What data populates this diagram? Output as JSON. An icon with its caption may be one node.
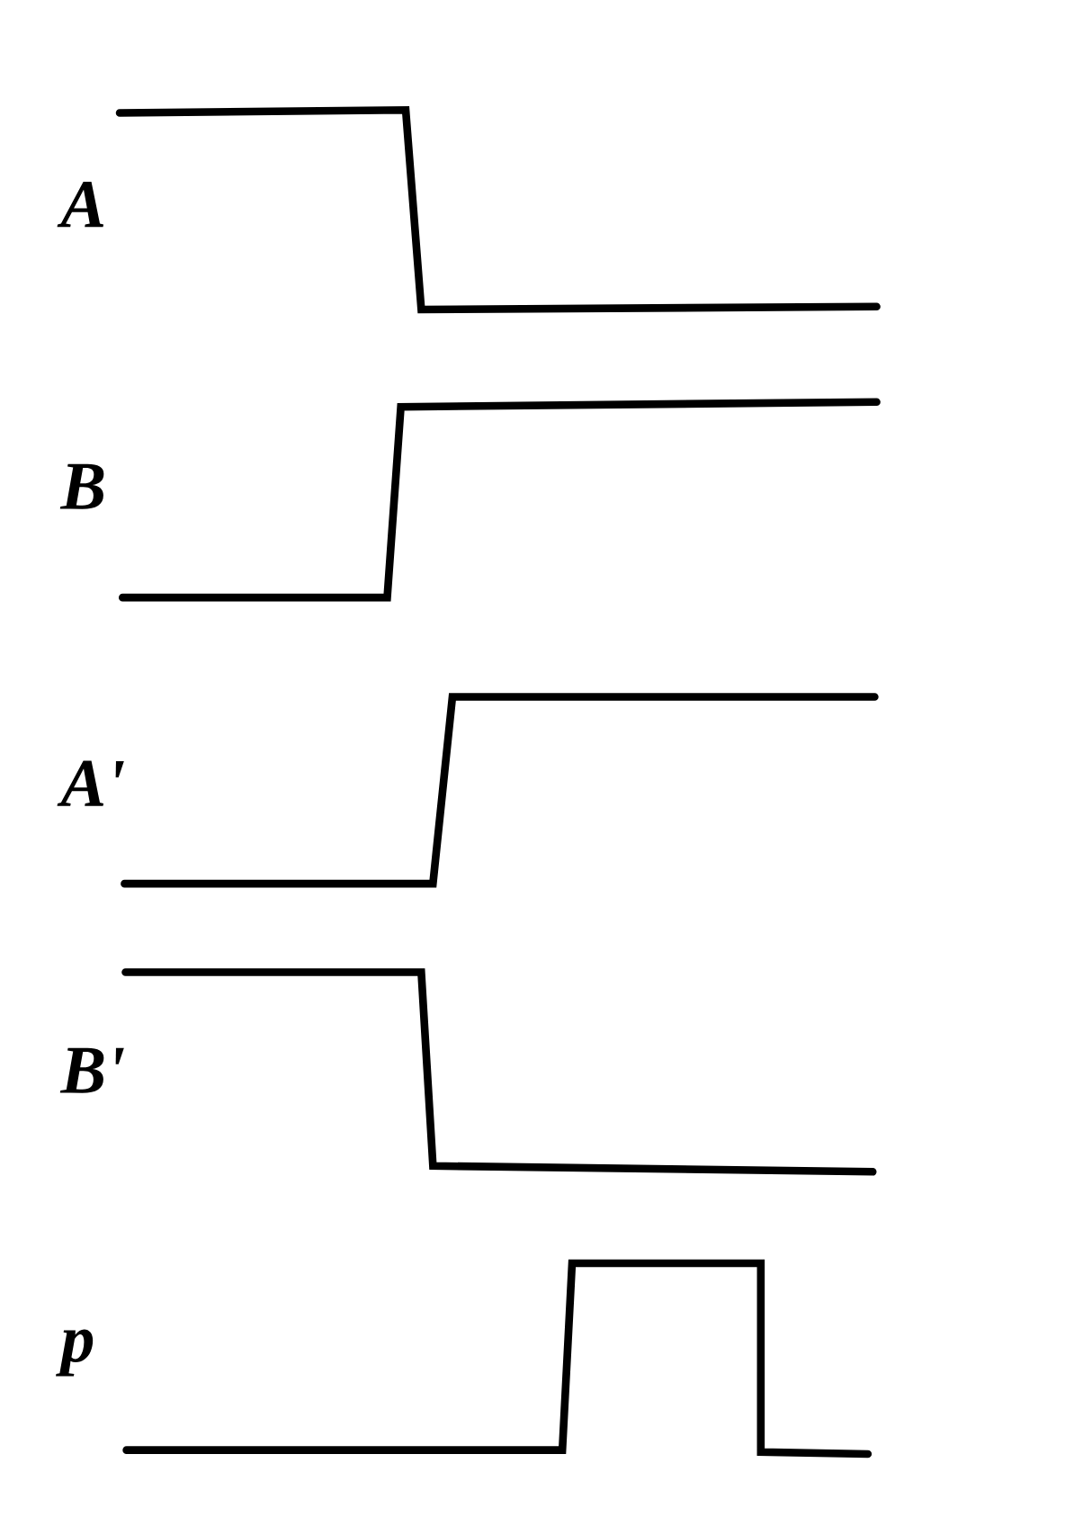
{
  "diagram": {
    "labels": [
      "A",
      "B",
      "A'",
      "B'",
      "p"
    ]
  }
}
